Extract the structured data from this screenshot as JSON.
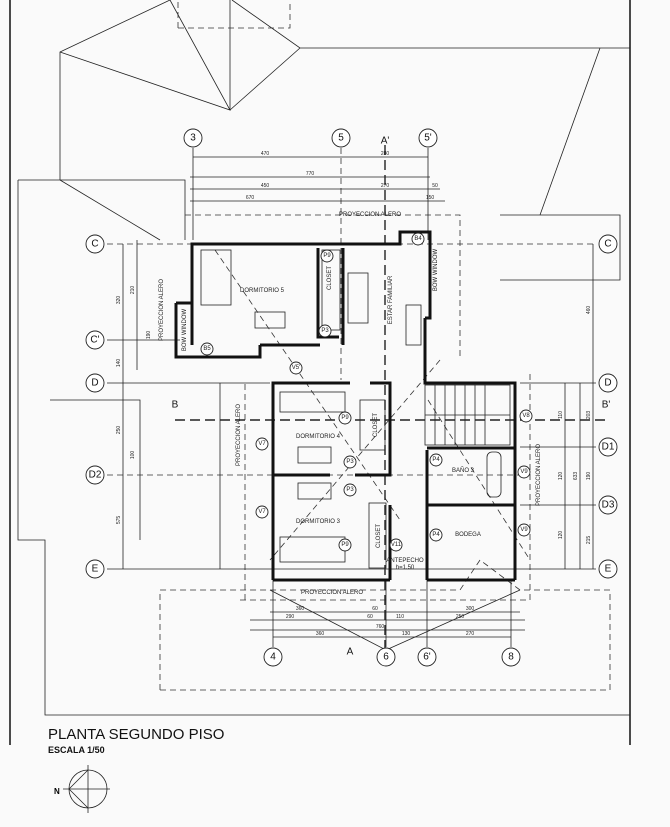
{
  "title": "PLANTA SEGUNDO PISO",
  "scale": "ESCALA 1/50",
  "north_label": "N",
  "grid_columns_top": [
    "3",
    "5",
    "5'"
  ],
  "grid_columns_bottom": [
    "4",
    "6",
    "6'",
    "8"
  ],
  "grid_rows_left": [
    "C",
    "C'",
    "D",
    "D2",
    "E"
  ],
  "grid_rows_right": [
    "C",
    "D",
    "D1",
    "D3",
    "E"
  ],
  "sections": {
    "a_top": "A'",
    "a_bottom": "A",
    "b_left": "B",
    "b_right": "B'"
  },
  "rooms": {
    "dorm5": "DORMITORIO 5",
    "estar": "ESTAR FAMILIAR",
    "dorm4": "DORMITORIO 4",
    "dorm3": "DORMITORIO 3",
    "bano3": "BAÑO 3",
    "bodega": "BODEGA",
    "closet": "CLOSET",
    "antepecho": "ANTEPECHO",
    "antepecho_h": "h=1.50",
    "bow_window": "BOW WINDOW",
    "proyeccion": "PROYECCION ALERO"
  },
  "tags": [
    "B4",
    "B5",
    "P9",
    "P3",
    "V5'",
    "V7",
    "V8",
    "V9",
    "P4",
    "V11"
  ],
  "dims_top": [
    "470",
    "280",
    "770",
    "450",
    "270",
    "50",
    "670",
    "150"
  ],
  "dims_bottom": [
    "360",
    "60",
    "300",
    "290",
    "60",
    "110",
    "250",
    "760",
    "360",
    "130",
    "270"
  ],
  "dims_left": [
    "320",
    "210",
    "190",
    "140",
    "250",
    "100",
    "575"
  ],
  "dims_right": [
    "460",
    "203",
    "190",
    "215",
    "633",
    "110",
    "120",
    "120"
  ]
}
